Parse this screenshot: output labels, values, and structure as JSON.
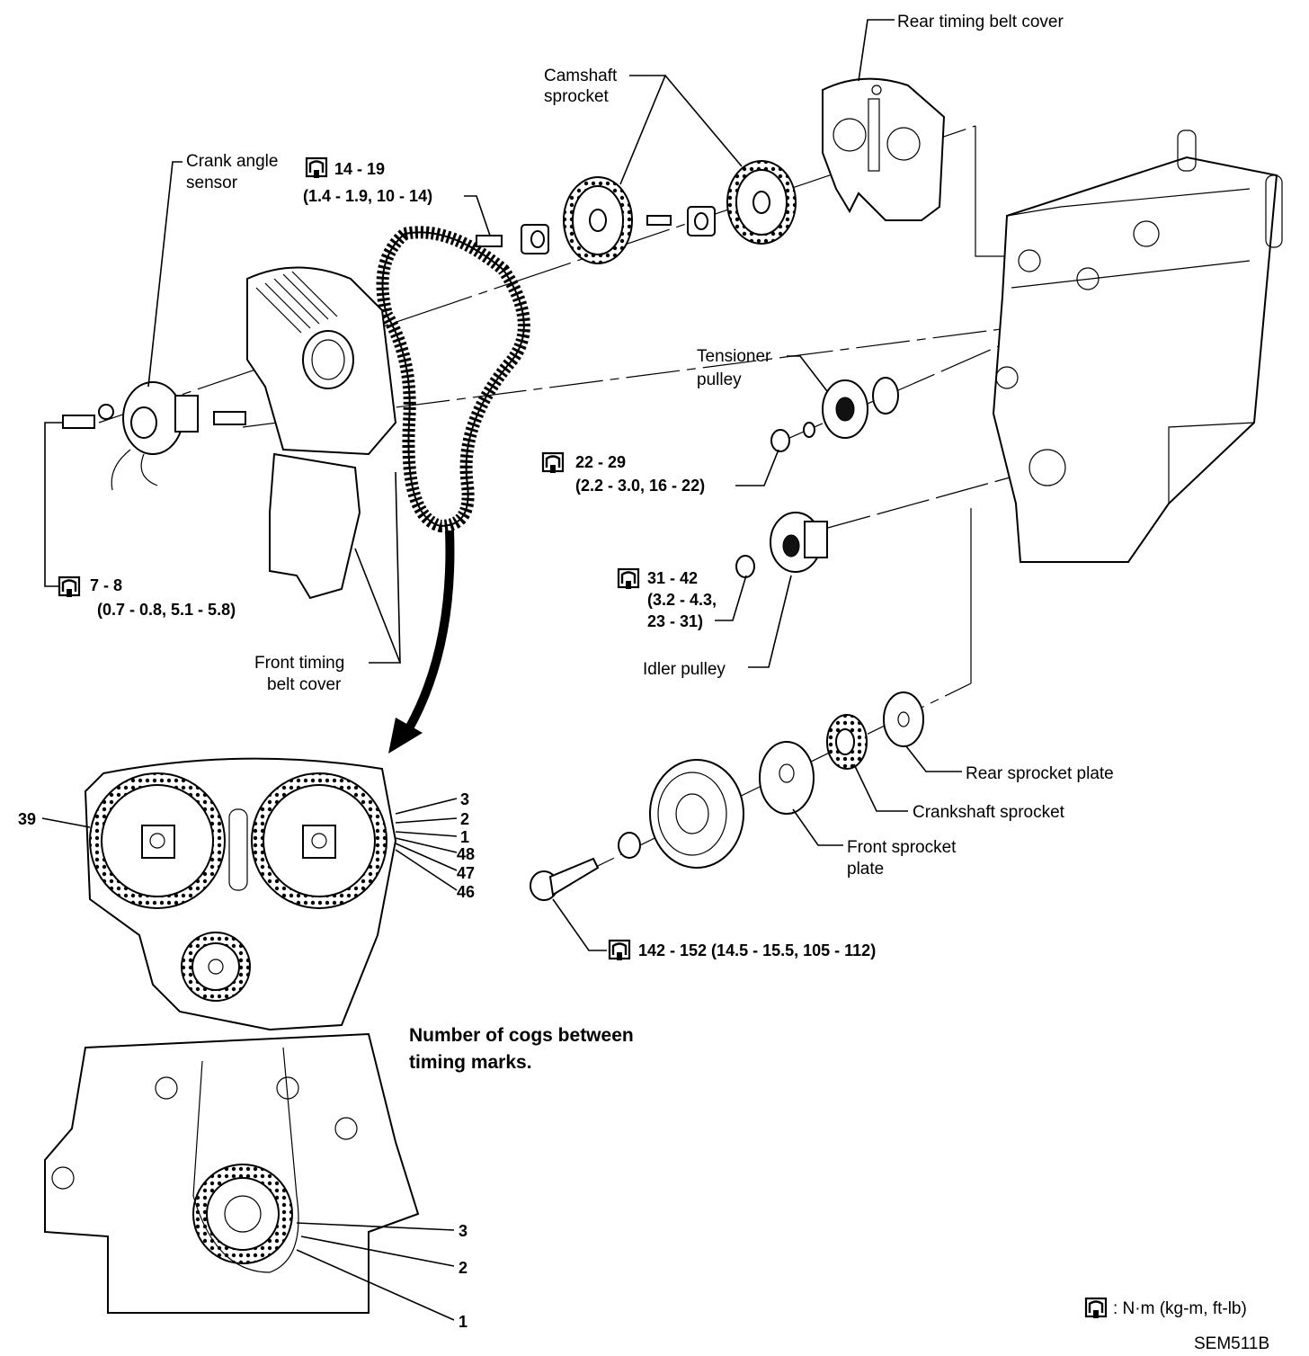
{
  "labels": {
    "rear_cover": "Rear timing belt cover",
    "camshaft_sprocket": [
      "Camshaft",
      "sprocket"
    ],
    "crank_angle_sensor": [
      "Crank angle",
      "sensor"
    ],
    "tensioner_pulley": [
      "Tensioner",
      "pulley"
    ],
    "idler_pulley": "Idler pulley",
    "front_cover": [
      "Front timing",
      "belt cover"
    ],
    "rear_sprocket_plate": "Rear sprocket plate",
    "crankshaft_sprocket": "Crankshaft sprocket",
    "front_sprocket_plate": [
      "Front sprocket",
      "plate"
    ],
    "cogs_note": [
      "Number of cogs between",
      "timing marks."
    ]
  },
  "torques": {
    "camshaft_bolt": [
      "14 - 19",
      "(1.4 - 1.9, 10 - 14)"
    ],
    "sensor_bolt": [
      "7 - 8",
      "(0.7 - 0.8, 5.1 - 5.8)"
    ],
    "tensioner_nut": [
      "22 - 29",
      "(2.2 - 3.0, 16 - 22)"
    ],
    "idler_nut": [
      "31 - 42",
      "(3.2 - 4.3,",
      "23 - 31)"
    ],
    "crank_bolt": "142 - 152 (14.5 - 15.5, 105 - 112)"
  },
  "timing_marks": {
    "cam_left": "39",
    "cam_right": [
      "3",
      "2",
      "1",
      "48",
      "47",
      "46"
    ],
    "crank": [
      "3",
      "2",
      "1"
    ]
  },
  "legend": {
    "units": ": N·m (kg-m, ft-lb)",
    "code": "SEM511B"
  }
}
